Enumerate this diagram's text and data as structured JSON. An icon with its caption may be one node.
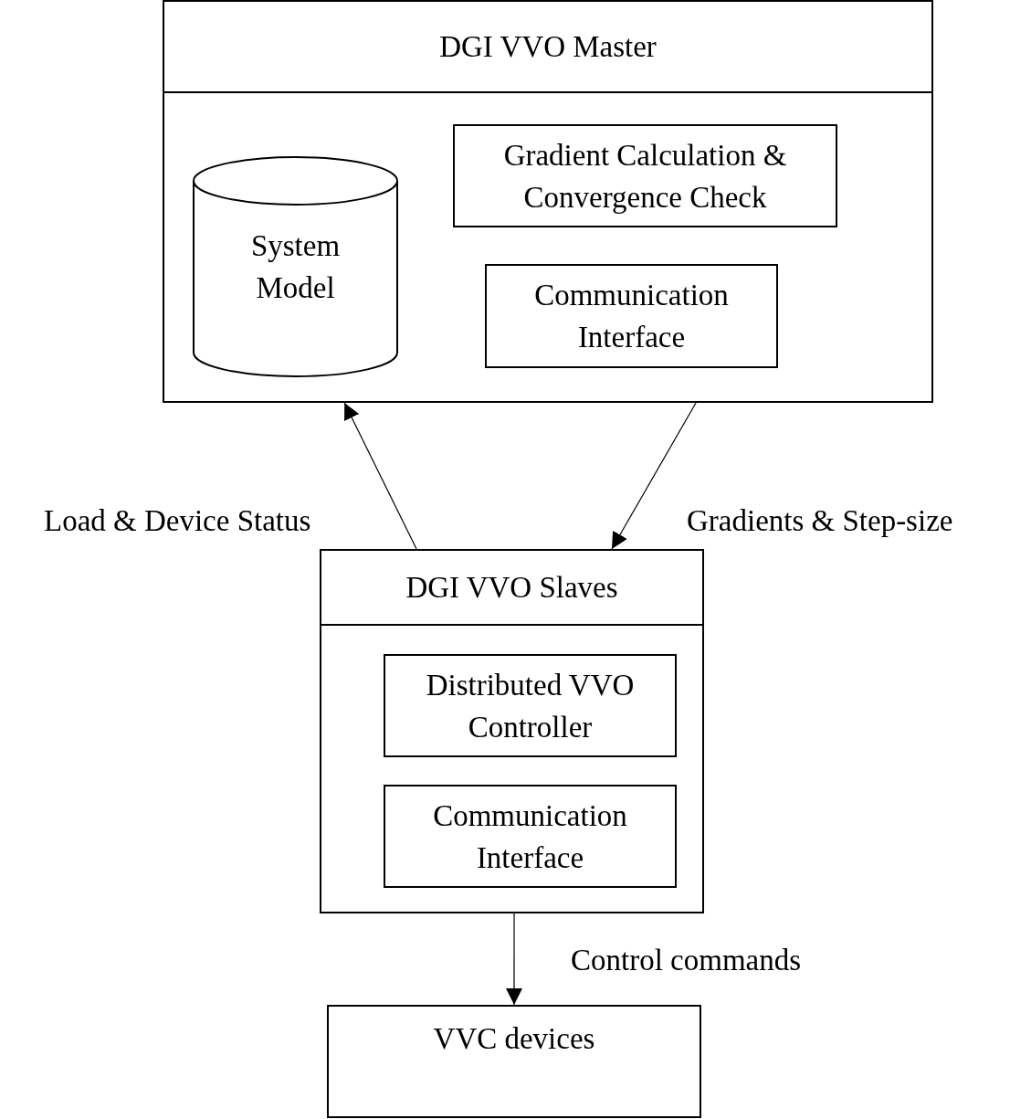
{
  "diagram": {
    "nodes": [
      {
        "text": [
          "DGI VVO Master"
        ]
      },
      {
        "text": [
          "System Model"
        ],
        "in": 0
      },
      {
        "text": [
          "Gradient Calculation & Convergence Check"
        ],
        "in": 0
      },
      {
        "text": [
          "Communication Interface"
        ],
        "in": 0
      },
      {
        "text": [
          "DGI VVO Slaves"
        ]
      },
      {
        "text": [
          "Distributed VVO Controller"
        ],
        "in": 4
      },
      {
        "text": [
          "Communication Interface"
        ],
        "in": 4
      },
      {
        "text": [
          "VVC devices"
        ]
      }
    ],
    "edges": [
      {
        "from": 4,
        "to": 0,
        "arrow": "to",
        "label": "Load & Device Status"
      },
      {
        "from": 0,
        "to": 4,
        "arrow": "to",
        "label": "Gradients & Step-size"
      },
      {
        "from": 4,
        "to": 7,
        "arrow": "to",
        "label": "Control commands"
      }
    ]
  }
}
